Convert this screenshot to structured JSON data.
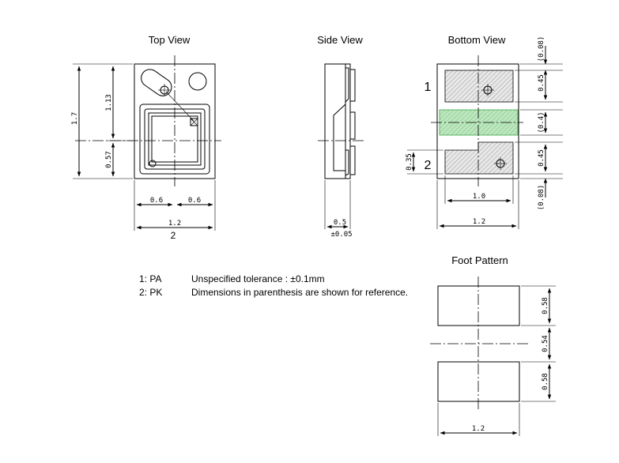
{
  "views": {
    "top": "Top View",
    "side": "Side View",
    "bottom": "Bottom View",
    "foot": "Foot Pattern"
  },
  "top_dims": {
    "height": "1.7",
    "upper": "1.13",
    "lower": "0.57",
    "left_half": "0.6",
    "right_half": "0.6",
    "width": "1.2",
    "pin_label": "2"
  },
  "side_dims": {
    "thickness": "0.5",
    "tolerance": "±0.05"
  },
  "bottom_dims": {
    "top_gap": "(0.08)",
    "pad1": "0.45",
    "center": "(0.4)",
    "pad2": "0.45",
    "bottom_gap": "(0.08)",
    "offset": "0.35",
    "pad_width": "1.0",
    "width": "1.2",
    "pin1": "1",
    "pin2": "2"
  },
  "notes": {
    "pin1": "1: PA",
    "pin2": "2: PK",
    "tolerance": "Unspecified tolerance :  ±0.1mm",
    "reference": "Dimensions in parenthesis are shown for reference."
  },
  "foot_dims": {
    "pad_top": "0.58",
    "gap": "0.54",
    "pad_bottom": "0.58",
    "width": "1.2"
  }
}
